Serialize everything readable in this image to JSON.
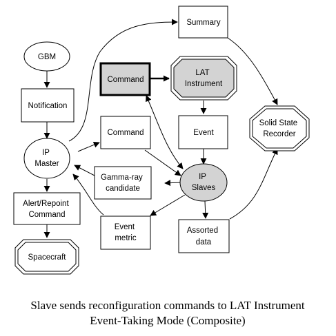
{
  "nodes": {
    "gbm": {
      "lines": [
        "GBM"
      ]
    },
    "notification": {
      "lines": [
        "Notification"
      ]
    },
    "ip_master": {
      "lines": [
        "IP",
        "Master"
      ]
    },
    "alert_repoint": {
      "lines": [
        "Alert/Repoint",
        "Command"
      ]
    },
    "spacecraft": {
      "lines": [
        "Spacecraft"
      ]
    },
    "summary": {
      "lines": [
        "Summary"
      ]
    },
    "command_top": {
      "lines": [
        "Command"
      ]
    },
    "lat_instrument": {
      "lines": [
        "LAT",
        "Instrument"
      ]
    },
    "command_mid": {
      "lines": [
        "Command"
      ]
    },
    "event": {
      "lines": [
        "Event"
      ]
    },
    "ip_slaves": {
      "lines": [
        "IP",
        "Slaves"
      ]
    },
    "gamma_ray": {
      "lines": [
        "Gamma-ray",
        "candidate"
      ]
    },
    "event_metric": {
      "lines": [
        "Event",
        "metric"
      ]
    },
    "assorted_data": {
      "lines": [
        "Assorted",
        "data"
      ]
    },
    "solid_state": {
      "lines": [
        "Solid State",
        "Recorder"
      ]
    }
  },
  "caption": {
    "line1": "Slave sends reconfiguration commands to LAT Instrument",
    "line2": "Event-Taking Mode (Composite)"
  },
  "colors": {
    "highlight_fill": "#d3d3d3",
    "stroke": "#000000",
    "background": "#ffffff"
  }
}
